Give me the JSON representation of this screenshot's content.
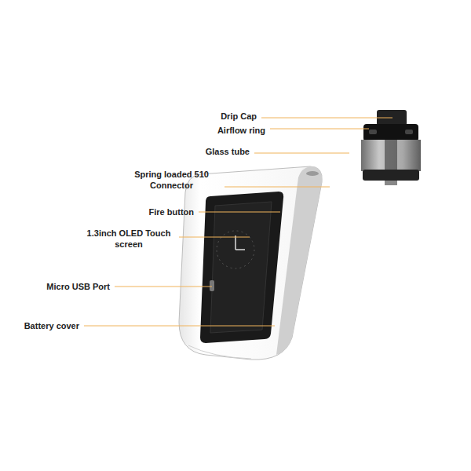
{
  "diagram": {
    "labels": [
      "Drip Cap",
      "Airflow ring",
      "Glass tube",
      "Spring loaded 510 Connector",
      "Fire button",
      "1.3inch OLED Touch screen",
      "Micro USB Port",
      "Battery cover"
    ]
  }
}
